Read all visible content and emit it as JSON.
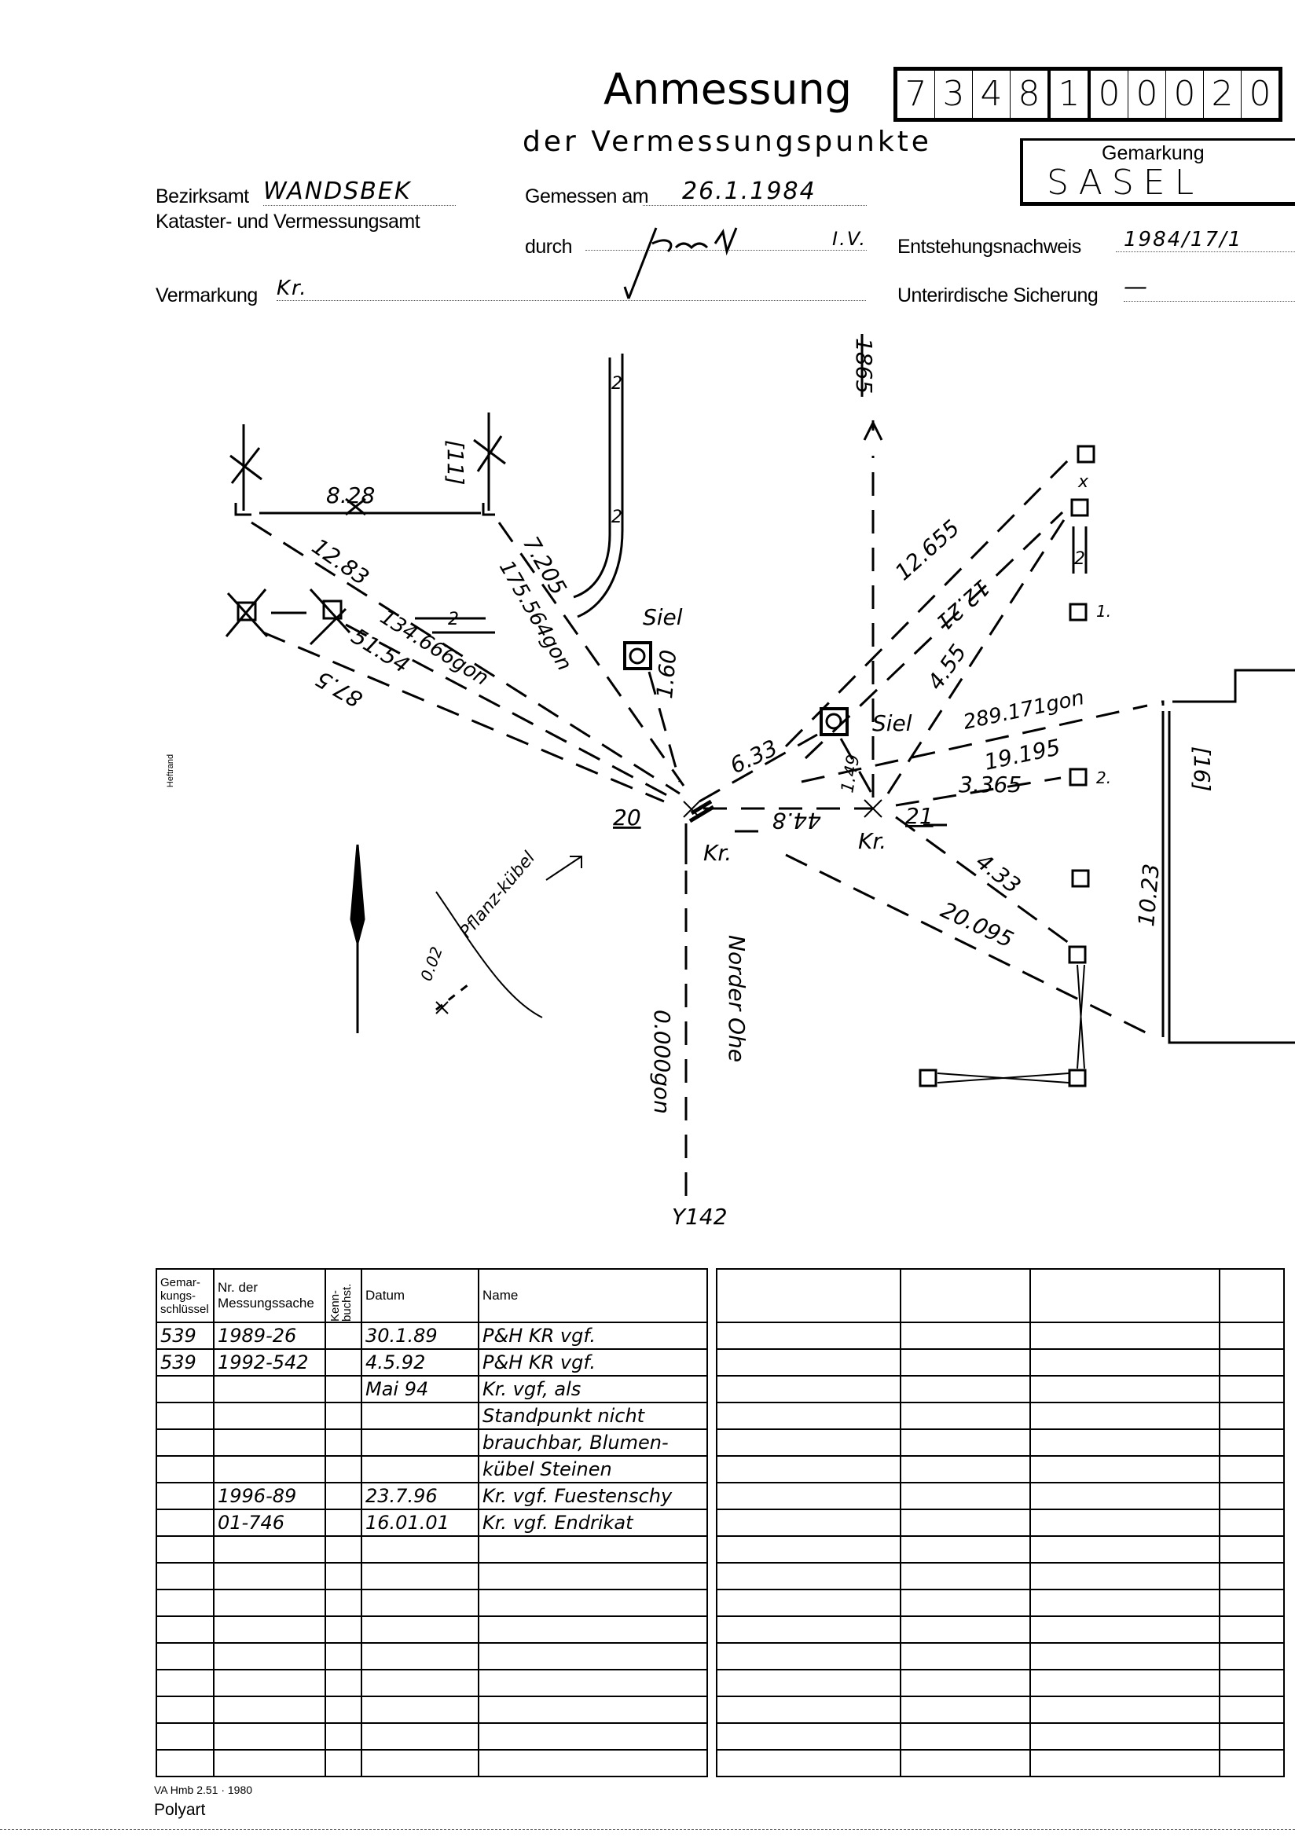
{
  "header": {
    "title": "Anmessung",
    "subtitle": "der Vermessungspunkte",
    "number_digits": [
      "7",
      "3",
      "4",
      "8",
      "1",
      "0",
      "0",
      "0",
      "2",
      "0"
    ],
    "gemarkung_label": "Gemarkung",
    "gemarkung_value": "SASEL"
  },
  "fields": {
    "bezirksamt_label": "Bezirksamt",
    "bezirksamt_value": "WANDSBEK",
    "kataster_label": "Kataster- und Vermessungsamt",
    "gemessen_label": "Gemessen am",
    "gemessen_value": "26.1.1984",
    "durch_label": "durch",
    "durch_value": "I.V.",
    "entstehung_label": "Entstehungsnachweis",
    "entstehung_value": "1984/17/1",
    "vermarkung_label": "Vermarkung",
    "vermarkung_value": "Kr.",
    "unterirdisch_label": "Unterirdische Sicherung",
    "unterirdisch_value": "—"
  },
  "margin_label": "Heftrand",
  "sketch": {
    "m828": "8.28",
    "bracket_11": "[11]",
    "m1283": "12.83",
    "m13466": "134.666gon",
    "m5154": "51.54",
    "m875": "87.5",
    "m7205": "7.205",
    "m175": "175.564gon",
    "two_a": "2",
    "two_b": "2",
    "two_c": "2",
    "two_d": "2",
    "siel1": "Siel",
    "siel2": "Siel",
    "m160": "1.60",
    "p20": "20",
    "p21": "21",
    "kr1": "Kr.",
    "kr2": "Kr.",
    "m633": "6.33",
    "m149": "1.49",
    "m448": "44.8",
    "m1865": "1865",
    "m12655": "12.655",
    "m1221": "12.21",
    "m455": "4.55",
    "m289": "289.171gon",
    "m1919": "19.195",
    "m3365": "3.365",
    "m433": "4.33",
    "m20095": "20.095",
    "m1023": "10.23",
    "bracket_16": "[16]",
    "sq1": "1.",
    "sq2": "2.",
    "x_mark": "x",
    "norder_ohe": "Norder Ohe",
    "m0gon": "0.000gon",
    "y142": "Y142",
    "pflanz": "Pflanz-kübel",
    "m002": "0.02"
  },
  "table_left": {
    "headers": [
      "Gemar-kungs-schlüssel",
      "Nr. der Messungssache",
      "Kenn-buchst.",
      "Datum",
      "Name"
    ],
    "rows": [
      [
        "539",
        "1989-26",
        "",
        "30.1.89",
        "P&H    KR vgf."
      ],
      [
        "539",
        "1992-542",
        "",
        "4.5.92",
        "P&H    KR vgf."
      ],
      [
        "",
        "",
        "",
        "Mai 94",
        "Kr. vgf, als"
      ],
      [
        "",
        "",
        "",
        "",
        "Standpunkt nicht"
      ],
      [
        "",
        "",
        "",
        "",
        "brauchbar, Blumen-"
      ],
      [
        "",
        "",
        "",
        "",
        "kübel Steinen"
      ],
      [
        "",
        "1996-89",
        "",
        "23.7.96",
        "Kr. vgf. Fuestenschy"
      ],
      [
        "",
        "01-746",
        "",
        "16.01.01",
        "Kr. vgf. Endrikat"
      ],
      [
        "",
        "",
        "",
        "",
        ""
      ],
      [
        "",
        "",
        "",
        "",
        ""
      ],
      [
        "",
        "",
        "",
        "",
        ""
      ],
      [
        "",
        "",
        "",
        "",
        ""
      ],
      [
        "",
        "",
        "",
        "",
        ""
      ],
      [
        "",
        "",
        "",
        "",
        ""
      ],
      [
        "",
        "",
        "",
        "",
        ""
      ],
      [
        "",
        "",
        "",
        "",
        ""
      ],
      [
        "",
        "",
        "",
        "",
        ""
      ]
    ]
  },
  "footer": {
    "form_id": "VA Hmb 2.51 · 1980",
    "printer": "Polyart"
  }
}
